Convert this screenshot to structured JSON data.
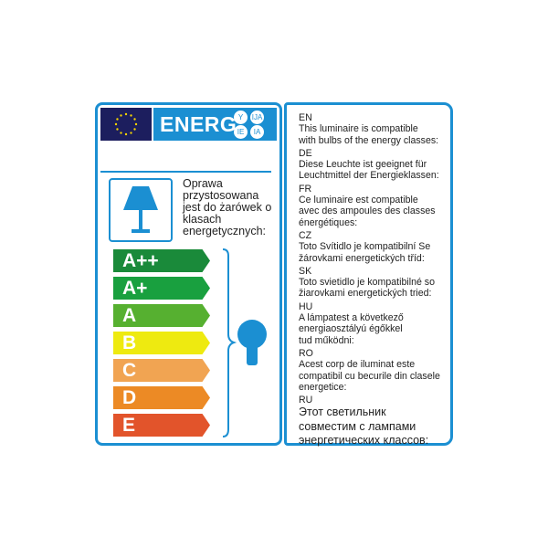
{
  "header": {
    "banner_text": "ENERG",
    "suffix_letters": [
      "Y",
      "IJA",
      "IE",
      "IA"
    ],
    "flag": "eu-flag-icon"
  },
  "left": {
    "lamp_icon": "table-lamp-icon",
    "text": [
      "Oprawa",
      "przystosowana",
      "jest do żarówek o",
      "klasach",
      "energetycznych:"
    ],
    "classes": [
      {
        "label": "A++",
        "color": "#1a8a3a"
      },
      {
        "label": "A+",
        "color": "#19a03f"
      },
      {
        "label": "A",
        "color": "#56b030"
      },
      {
        "label": "B",
        "color": "#eeea10"
      },
      {
        "label": "C",
        "color": "#f1a452"
      },
      {
        "label": "D",
        "color": "#ec8a25"
      },
      {
        "label": "E",
        "color": "#e2542b"
      }
    ],
    "bulb_icon": "light-bulb-icon",
    "brand_color": "#1b8fd2"
  },
  "right": {
    "languages": [
      {
        "code": "EN",
        "lines": [
          "This luminaire is compatible",
          "with bulbs of the energy classes:"
        ]
      },
      {
        "code": "DE",
        "lines": [
          "Diese Leuchte ist geeignet für",
          "Leuchtmittel der Energieklassen:"
        ]
      },
      {
        "code": "FR",
        "lines": [
          "Ce luminaire est compatible",
          "avec des ampoules des classes",
          "énergétiques:"
        ]
      },
      {
        "code": "CZ",
        "lines": [
          "Toto Svítidlo je kompatibilní Se",
          "žárovkami energetických tříd:"
        ]
      },
      {
        "code": "SK",
        "lines": [
          "Toto svietidlo je kompatibilné so",
          "žiarovkami energetických tried:"
        ]
      },
      {
        "code": "HU",
        "lines": [
          "A lámpatest a következő",
          "energiaosztályú égőkkel",
          "tud működni:"
        ]
      },
      {
        "code": "RO",
        "lines": [
          "Acest corp de iluminat este",
          "compatibil cu becurile din clasele",
          "energetice:"
        ]
      },
      {
        "code": "RU",
        "lines": [
          "Этот светильник",
          "совместим с лампами",
          "энергетических классов:"
        ]
      }
    ]
  }
}
